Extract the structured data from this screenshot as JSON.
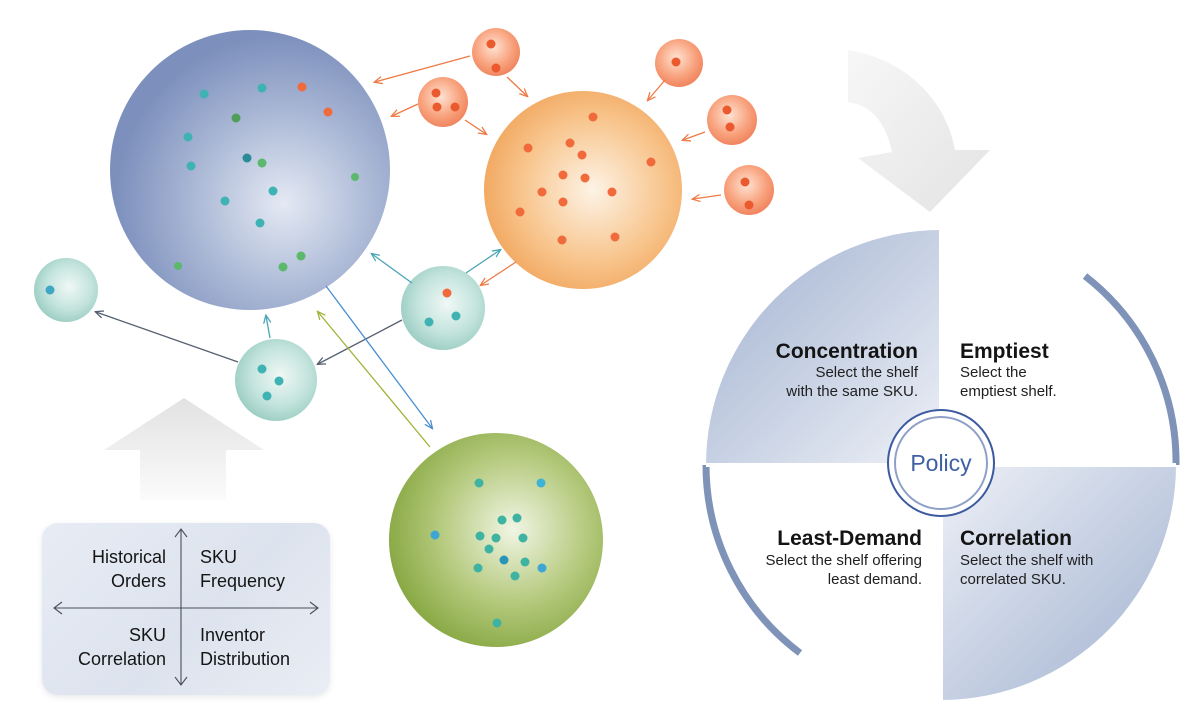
{
  "factors": {
    "historical_orders": [
      "Historical",
      "Orders"
    ],
    "sku_frequency": [
      "SKU",
      "Frequency"
    ],
    "sku_correlation": [
      "SKU",
      "Correlation"
    ],
    "inventor_distribution": [
      "Inventor",
      "Distribution"
    ]
  },
  "policy": {
    "center_label": "Policy",
    "quadrants": [
      {
        "id": "concentration",
        "title": "Concentration",
        "lines": [
          "Select the shelf",
          "with the same SKU."
        ]
      },
      {
        "id": "emptiest",
        "title": "Emptiest",
        "lines": [
          "Select the",
          "emptiest shelf."
        ]
      },
      {
        "id": "least-demand",
        "title": "Least-Demand",
        "lines": [
          "Select the shelf offering",
          "least demand."
        ]
      },
      {
        "id": "correlation",
        "title": "Correlation",
        "lines": [
          "Select the shelf with",
          "correlated SKU."
        ]
      }
    ]
  },
  "colors": {
    "blue_cluster": "#8497c2",
    "orange_cluster": "#f2a65c",
    "teal_cluster": "#9fd0c6",
    "green_cluster": "#8cab4a",
    "orange_dot": "#f06a3c",
    "teal_dot": "#3fb3b4",
    "green_dot": "#5bb86c",
    "quadrant_shade": "#a4b5d2",
    "ring": "#7f93b9",
    "policy_text": "#3f61a3"
  }
}
